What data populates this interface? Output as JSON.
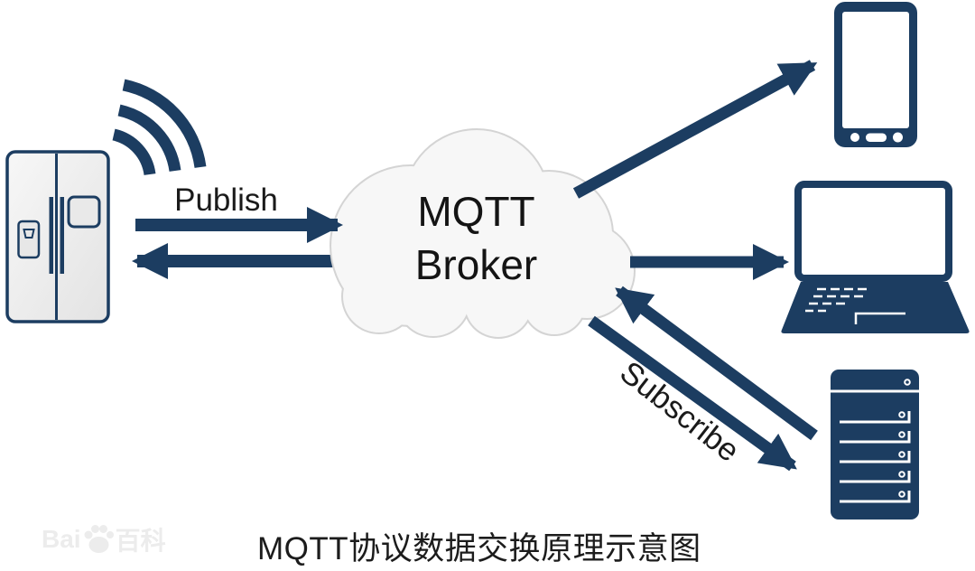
{
  "colors": {
    "navy": "#1c3d61",
    "cloud_fill": "#f7f7f7",
    "cloud_border": "#d4d4d4",
    "fridge_fill": "#eeeeee",
    "label_text": "#1a1a1a",
    "watermark": "#ececec",
    "background": "#ffffff"
  },
  "broker": {
    "line1": "MQTT",
    "line2": "Broker"
  },
  "labels": {
    "publish": "Publish",
    "subscribe": "Subscribe"
  },
  "caption": {
    "text": "MQTT协议数据交换原理示意图"
  },
  "watermark": {
    "prefix": "Bai",
    "suffix": "百科",
    "icon": "baidu-paw-icon"
  },
  "icons": {
    "publisher": "refrigerator-icon",
    "signal": "wifi-signal-icon",
    "broker": "cloud-icon",
    "subscriber_top": "smartphone-icon",
    "subscriber_middle": "laptop-icon",
    "subscriber_bottom": "server-icon"
  },
  "arrows": [
    "fridge-to-broker-arrow",
    "broker-to-fridge-arrow",
    "broker-to-phone-arrow",
    "broker-to-laptop-arrow",
    "server-to-broker-arrow",
    "broker-to-server-arrow"
  ]
}
